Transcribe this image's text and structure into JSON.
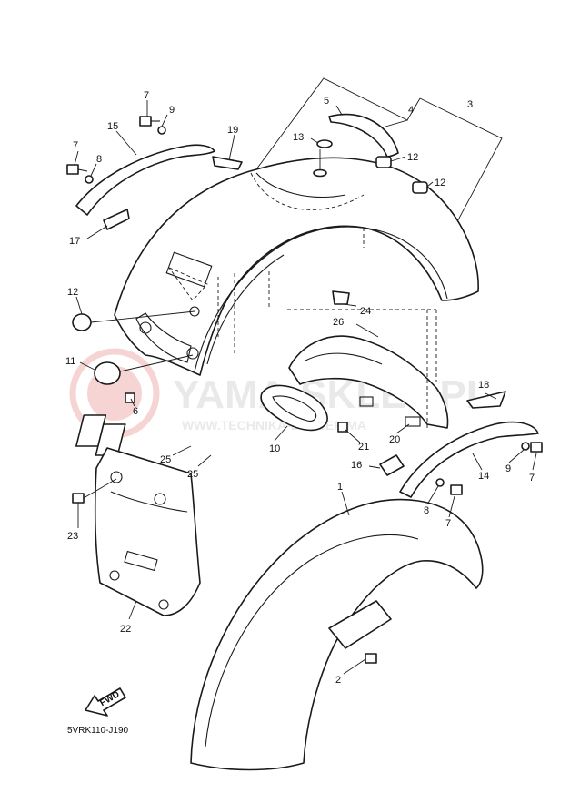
{
  "diagram_code": "5VRK110-J190",
  "fwd_label": "FWD",
  "watermark": {
    "brand": "YAMA-SKLEP.PL",
    "tagline": "WWW.TECHNIKA-DEALER.MA"
  },
  "callouts": {
    "p1": "1",
    "p2": "2",
    "p3": "3",
    "p4": "4",
    "p5": "5",
    "p6": "6",
    "p7a": "7",
    "p7b": "7",
    "p7c": "7",
    "p7d": "7",
    "p8a": "8",
    "p8b": "8",
    "p9a": "9",
    "p9b": "9",
    "p10": "10",
    "p11": "11",
    "p12a": "12",
    "p12b": "12",
    "p12c": "12",
    "p13": "13",
    "p14": "14",
    "p15": "15",
    "p16": "16",
    "p17": "17",
    "p18": "18",
    "p19": "19",
    "p20": "20",
    "p21": "21",
    "p22": "22",
    "p23": "23",
    "p24": "24",
    "p25a": "25",
    "p25b": "25",
    "p26": "26"
  }
}
